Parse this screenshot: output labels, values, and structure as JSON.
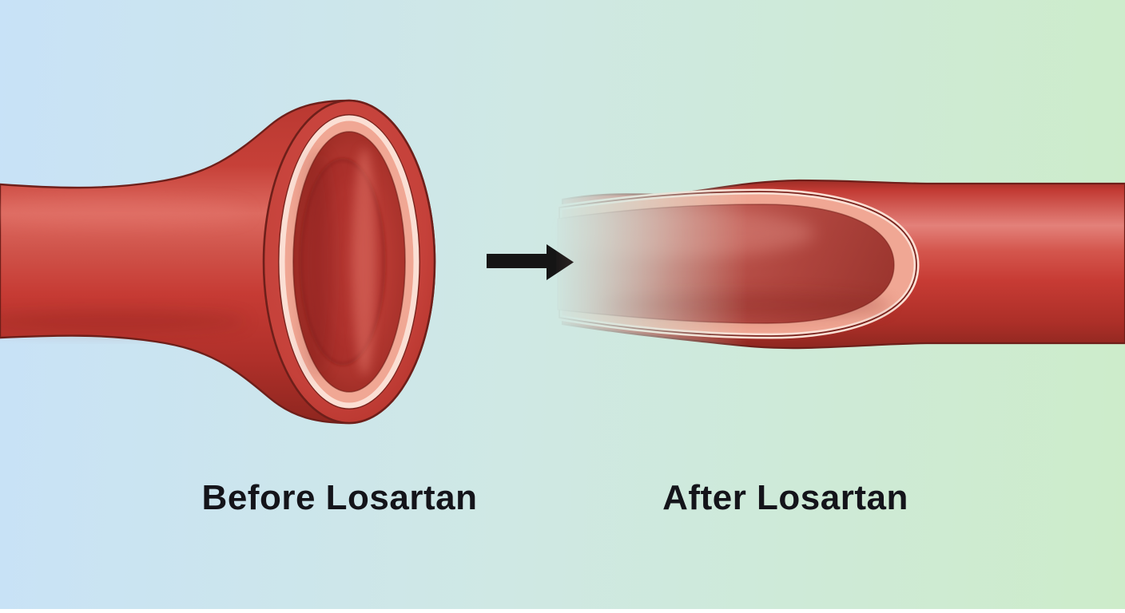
{
  "figure": {
    "name": "losartan-vessel-comparison",
    "description_left": "constricted blood vessel",
    "description_right": "dilated blood vessel"
  },
  "labels": {
    "before": "Before Losartan",
    "after": "After Losartan"
  },
  "icons": {
    "arrow": "arrow-right-icon"
  },
  "colors": {
    "background_left": "#c8e2f7",
    "background_middle": "#cfe8e4",
    "background_right": "#cdecca",
    "bottom_strip": "#ffffff",
    "vessel_red": "#c73b34",
    "vessel_highlight": "#e3817a",
    "vessel_dark_outline": "#6e1f1a",
    "inner_lining_pink": "#f0a794",
    "inner_lining_pale": "#fbdfd4",
    "lumen_red": "#b04038",
    "arrow": "#151515",
    "label_text": "#14141a"
  }
}
